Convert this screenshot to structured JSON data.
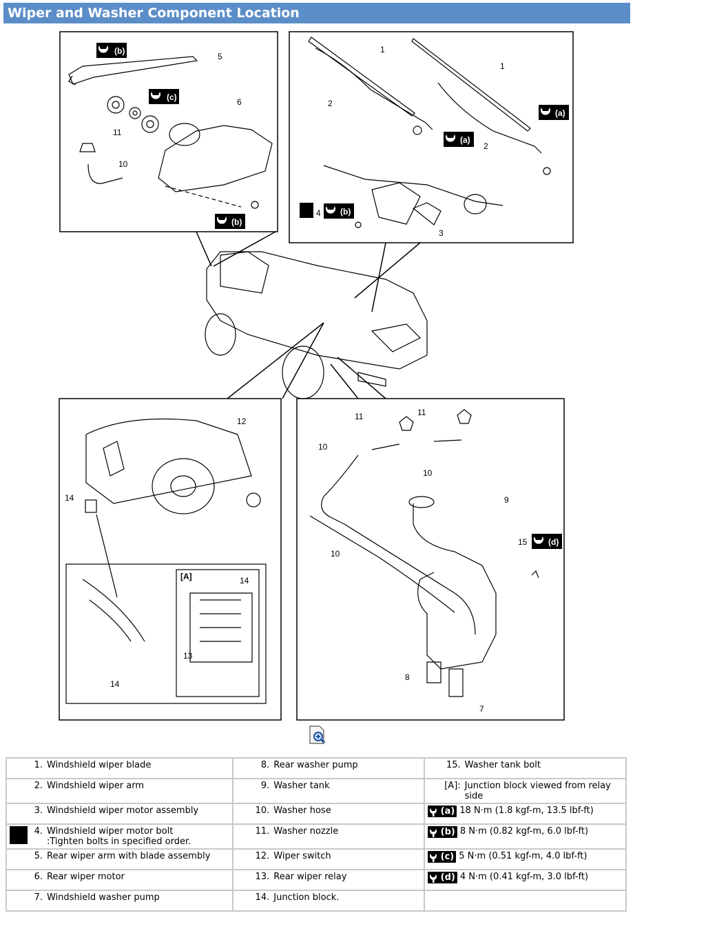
{
  "title": "Wiper and Washer Component Location",
  "callouts": {
    "n1": "1",
    "n2": "2",
    "n3": "3",
    "n4": "4",
    "n5": "5",
    "n6": "6",
    "n7": "7",
    "n8": "8",
    "n9": "9",
    "n10": "10",
    "n11": "11",
    "n12": "12",
    "n13": "13",
    "n14": "14",
    "n15": "15",
    "A": "[A]"
  },
  "torque_tags": {
    "a": "(a)",
    "b": "(b)",
    "c": "(c)",
    "d": "(d)"
  },
  "legend": {
    "col1": [
      {
        "num": "1.",
        "text": "Windshield wiper blade"
      },
      {
        "num": "2.",
        "text": "Windshield wiper arm"
      },
      {
        "num": "3.",
        "text": "Windshield wiper motor assembly"
      },
      {
        "num": "4.",
        "text": "Windshield wiper motor bolt\n:Tighten bolts in specified order."
      },
      {
        "num": "5.",
        "text": "Rear wiper arm with blade assembly"
      },
      {
        "num": "6.",
        "text": "Rear wiper motor"
      },
      {
        "num": "7.",
        "text": "Windshield washer pump"
      }
    ],
    "col2": [
      {
        "num": "8.",
        "text": "Rear washer pump"
      },
      {
        "num": "9.",
        "text": "Washer tank"
      },
      {
        "num": "10.",
        "text": "Washer hose"
      },
      {
        "num": "11.",
        "text": "Washer nozzle"
      },
      {
        "num": "12.",
        "text": "Wiper switch"
      },
      {
        "num": "13.",
        "text": "Rear wiper relay"
      },
      {
        "num": "14.",
        "text": "Junction block."
      }
    ],
    "col3": [
      {
        "num": "15.",
        "text": "Washer tank bolt"
      },
      {
        "num": "[A]:",
        "text": "Junction block viewed from relay side"
      },
      {
        "tag": "(a)",
        "text": "18 N·m (1.8 kgf-m, 13.5 lbf-ft)"
      },
      {
        "tag": "(b)",
        "text": "8 N·m (0.82 kgf-m, 6.0 lbf-ft)"
      },
      {
        "tag": "(c)",
        "text": "5 N·m (0.51 kgf-m, 4.0 lbf-ft)"
      },
      {
        "tag": "(d)",
        "text": "4 N·m (0.41 kgf-m, 3.0 lbf-ft)"
      },
      {
        "tag": "",
        "text": ""
      }
    ]
  },
  "colors": {
    "title_bar": "#5b8ec8",
    "title_text": "#ffffff",
    "grid": "#c8c8c8"
  },
  "icons": {
    "zoom": "zoom-in-icon",
    "wrench": "torque-wrench-icon",
    "bolt": "tighten-order-icon"
  }
}
